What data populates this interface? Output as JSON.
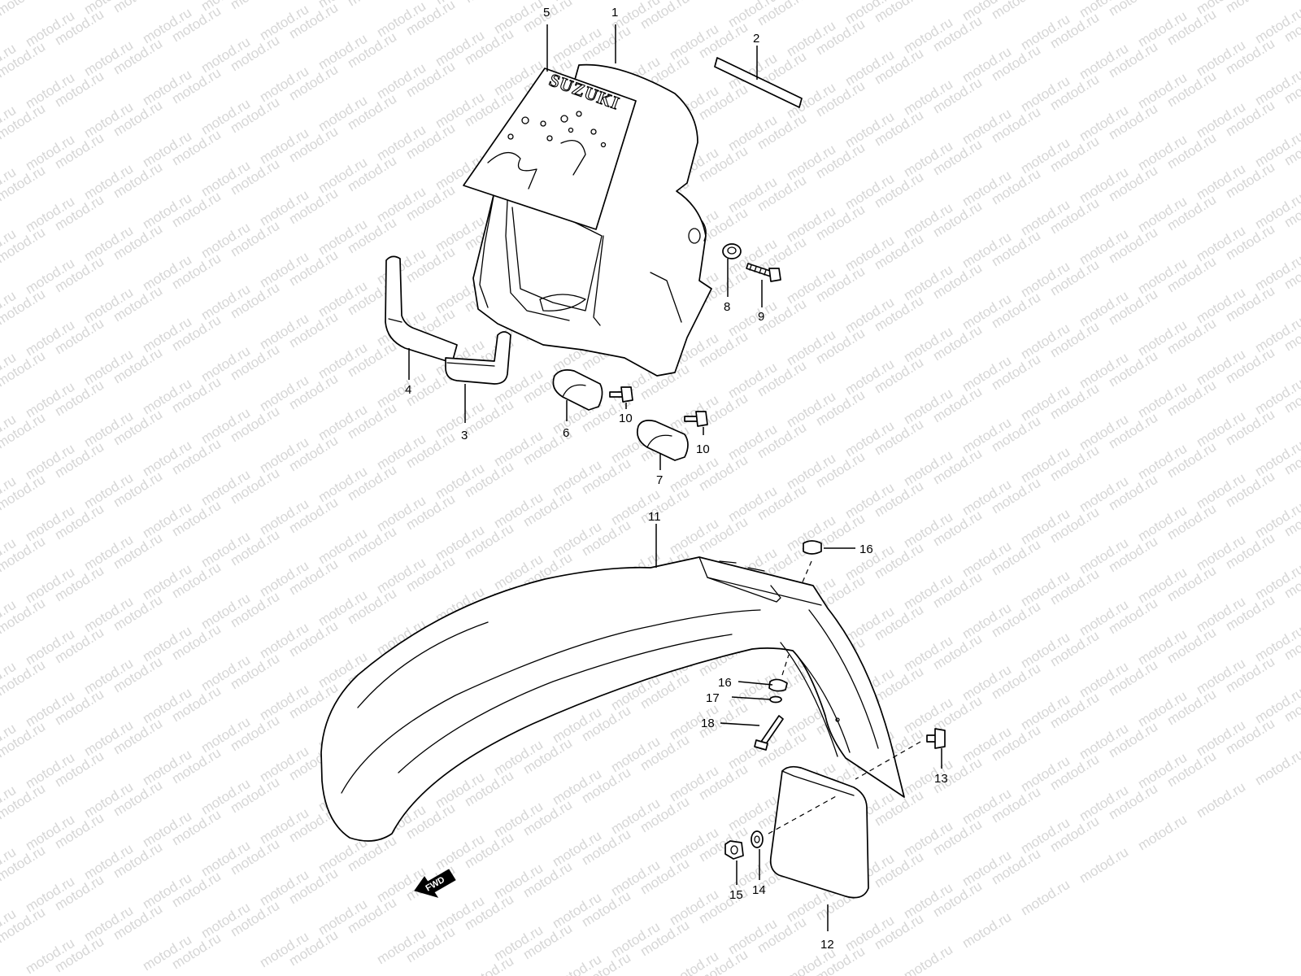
{
  "watermark": {
    "text": "motod.ru",
    "color": "#d6d6d6"
  },
  "logo": {
    "text": "SUZUKI"
  },
  "direction": {
    "label": "FWD"
  },
  "callouts": [
    {
      "id": "c1",
      "label": "1"
    },
    {
      "id": "c2",
      "label": "2"
    },
    {
      "id": "c3",
      "label": "3"
    },
    {
      "id": "c4",
      "label": "4"
    },
    {
      "id": "c5",
      "label": "5"
    },
    {
      "id": "c6",
      "label": "6"
    },
    {
      "id": "c7",
      "label": "7"
    },
    {
      "id": "c8",
      "label": "8"
    },
    {
      "id": "c9",
      "label": "9"
    },
    {
      "id": "c10a",
      "label": "10"
    },
    {
      "id": "c10b",
      "label": "10"
    },
    {
      "id": "c11",
      "label": "11"
    },
    {
      "id": "c12",
      "label": "12"
    },
    {
      "id": "c13",
      "label": "13"
    },
    {
      "id": "c14",
      "label": "14"
    },
    {
      "id": "c15",
      "label": "15"
    },
    {
      "id": "c16a",
      "label": "16"
    },
    {
      "id": "c16b",
      "label": "16"
    },
    {
      "id": "c17",
      "label": "17"
    },
    {
      "id": "c18",
      "label": "18"
    }
  ]
}
